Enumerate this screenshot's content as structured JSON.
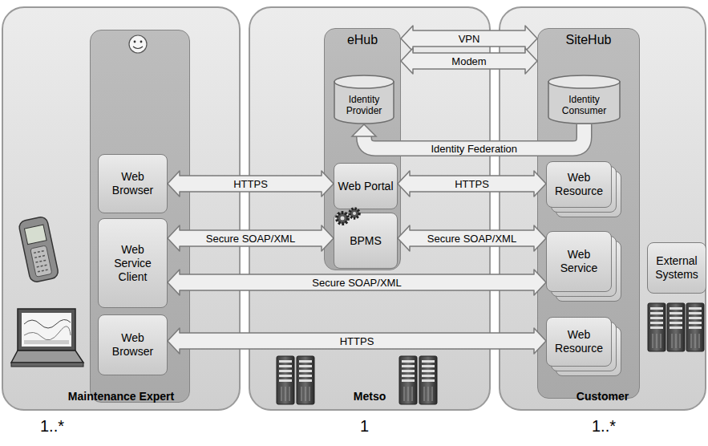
{
  "diagram": {
    "nodes": [
      {
        "text": [
          "Maintenance Expert"
        ]
      },
      {
        "text": [
          "Web Browser"
        ],
        "in": 0
      },
      {
        "text": [
          "Web Service Client"
        ],
        "in": 0
      },
      {
        "text": [
          "Web Browser"
        ],
        "in": 0
      },
      {
        "text": [
          "Metso"
        ]
      },
      {
        "text": [
          "eHub"
        ],
        "in": 4
      },
      {
        "text": [
          "Identity Provider"
        ],
        "in": 5
      },
      {
        "text": [
          "Web Portal"
        ],
        "in": 5
      },
      {
        "text": [
          "BPMS"
        ],
        "in": 5
      },
      {
        "text": [
          "Customer"
        ]
      },
      {
        "text": [
          "SiteHub"
        ],
        "in": 9
      },
      {
        "text": [
          "Identity Consumer"
        ],
        "in": 10
      },
      {
        "text": [
          "Web Resource"
        ],
        "in": 10
      },
      {
        "text": [
          "Web Service"
        ],
        "in": 10
      },
      {
        "text": [
          "Web Resource"
        ],
        "in": 10
      },
      {
        "text": [
          "External Systems"
        ],
        "in": 9
      }
    ],
    "edges": [
      {
        "from": 5,
        "to": 10,
        "label": "VPN",
        "arrow": "both"
      },
      {
        "from": 5,
        "to": 10,
        "label": "Modem",
        "arrow": "both"
      },
      {
        "from": 11,
        "to": 6,
        "label": "Identity Federation",
        "arrow": "to"
      },
      {
        "from": 1,
        "to": 7,
        "label": "HTTPS",
        "arrow": "both"
      },
      {
        "from": 7,
        "to": 12,
        "label": "HTTPS",
        "arrow": "both"
      },
      {
        "from": 2,
        "to": 8,
        "label": "Secure SOAP/XML",
        "arrow": "both"
      },
      {
        "from": 8,
        "to": 13,
        "label": "Secure SOAP/XML",
        "arrow": "both"
      },
      {
        "from": 2,
        "to": 13,
        "label": "Secure SOAP/XML",
        "arrow": "both"
      },
      {
        "from": 3,
        "to": 14,
        "label": "HTTPS",
        "arrow": "both"
      }
    ],
    "labels": [
      "1..*",
      "1",
      "1..*"
    ]
  }
}
